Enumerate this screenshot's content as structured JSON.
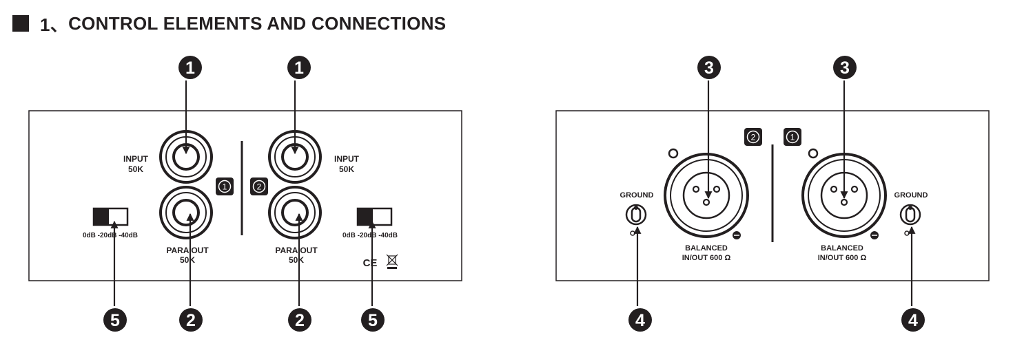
{
  "heading": {
    "number": "1、",
    "title": "CONTROL ELEMENTS AND CONNECTIONS"
  },
  "front_panel": {
    "input_label": "INPUT",
    "input_impedance": "50K",
    "para_out_label": "PARA OUT",
    "para_out_impedance": "50K",
    "channel_1": "1",
    "channel_2": "2",
    "switch_label_left": "0dB  -20dB  -40dB",
    "switch_label_right": "0dB  -20dB  -40dB",
    "ce_mark": "CE"
  },
  "rear_panel": {
    "channel_2": "2",
    "channel_1": "1",
    "ground_label": "GROUND",
    "balanced_label": "BALANCED",
    "inout_label": "IN/OUT  600 Ω"
  },
  "callouts": {
    "c1": "1",
    "c2": "2",
    "c3": "3",
    "c4": "4",
    "c5": "5"
  },
  "colors": {
    "ink": "#231f20",
    "background": "#ffffff"
  }
}
